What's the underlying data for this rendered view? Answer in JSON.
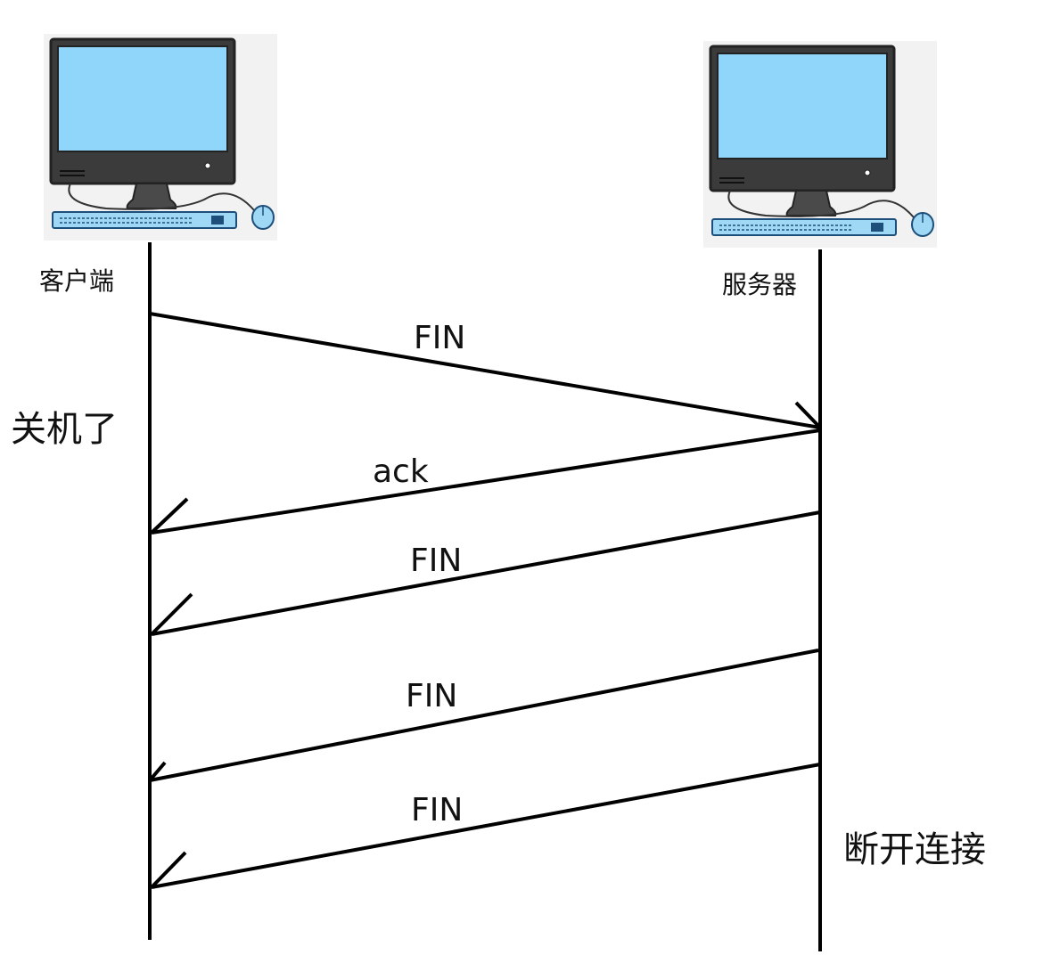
{
  "hosts": {
    "client": {
      "label": "客户端",
      "icon": "desktop-computer-icon"
    },
    "server": {
      "label": "服务器",
      "icon": "desktop-computer-icon"
    }
  },
  "notes": {
    "client_note": "关机了",
    "server_note": "断开连接"
  },
  "messages": [
    {
      "label": "FIN",
      "direction": "client-to-server"
    },
    {
      "label": "ack",
      "direction": "server-to-client"
    },
    {
      "label": "FIN",
      "direction": "server-to-client"
    },
    {
      "label": "FIN",
      "direction": "server-to-client"
    },
    {
      "label": "FIN",
      "direction": "server-to-client"
    }
  ],
  "colors": {
    "line": "#000000",
    "screen": "#8fd6fa",
    "monitor_body": "#3b3b3b",
    "keyboard": "#9fd8f5"
  }
}
